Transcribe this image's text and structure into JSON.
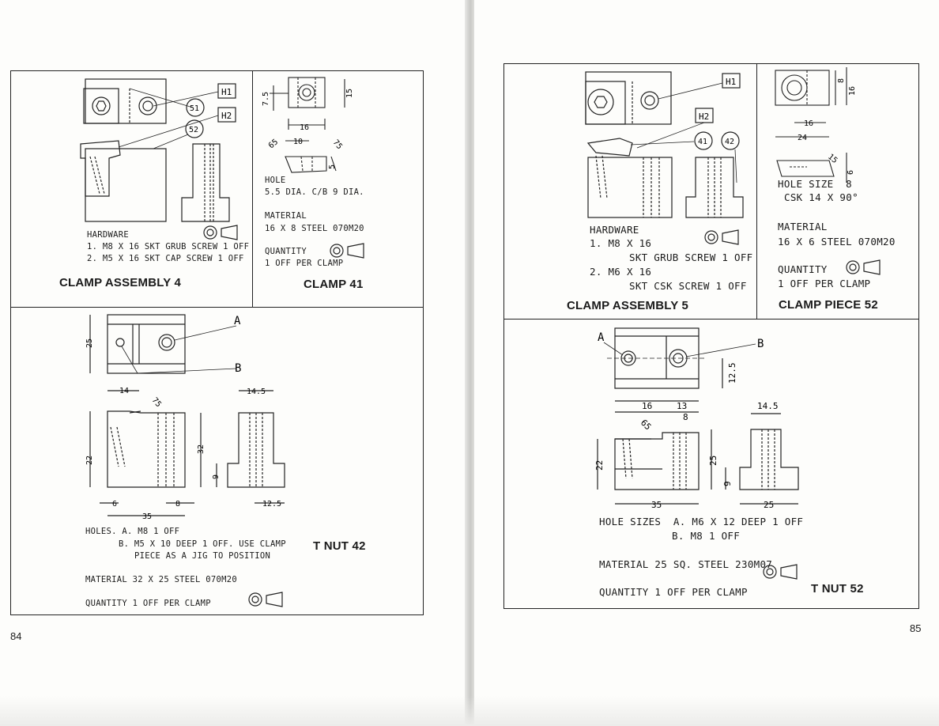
{
  "left_page": {
    "page_number": "84",
    "clamp_assembly_4": {
      "title": "CLAMP ASSEMBLY 4",
      "hardware_heading": "HARDWARE",
      "hardware_items": [
        "1. M8 X 16 SKT GRUB SCREW 1 OFF",
        "2. M5 X 16 SKT CAP SCREW 1 OFF"
      ],
      "callouts": [
        "H1",
        "H2",
        "51",
        "52"
      ]
    },
    "clamp_41": {
      "title": "CLAMP 41",
      "hole_lines": [
        "HOLE",
        "5.5 DIA. C/B 9 DIA."
      ],
      "material_heading": "MATERIAL",
      "material": "16 X 8 STEEL 070M20",
      "quantity_heading": "QUANTITY",
      "quantity": "1 OFF PER CLAMP",
      "dims": [
        "7.5",
        "15",
        "16",
        "10",
        "65",
        "75",
        "5"
      ]
    },
    "t_nut_42": {
      "title": "T NUT 42",
      "holes_lines": [
        "HOLES. A. M8 1 OFF",
        "B. M5 X 10 DEEP 1 OFF. USE CLAMP",
        "PIECE AS A JIG TO POSITION"
      ],
      "material": "MATERIAL 32 X 25 STEEL 070M20",
      "quantity": "QUANTITY 1 OFF PER CLAMP",
      "labels": [
        "A",
        "B"
      ],
      "dims": [
        "25",
        "14",
        "75",
        "14.5",
        "22",
        "32",
        "9",
        "6",
        "8",
        "35",
        "12.5"
      ]
    }
  },
  "right_page": {
    "page_number": "85",
    "clamp_assembly_5": {
      "title": "CLAMP ASSEMBLY 5",
      "hardware_heading": "HARDWARE",
      "hardware_lines": [
        "1. M8 X 16",
        "SKT GRUB SCREW 1 OFF",
        "2. M6 X 16",
        "SKT CSK SCREW 1 OFF"
      ],
      "callouts": [
        "H1",
        "H2",
        "41",
        "42"
      ]
    },
    "clamp_piece_52": {
      "title": "CLAMP PIECE 52",
      "hole_lines": [
        "HOLE SIZE  8",
        "CSK 14 X 90°"
      ],
      "material_heading": "MATERIAL",
      "material": "16 X 6 STEEL 070M20",
      "quantity_heading": "QUANTITY",
      "quantity": "1 OFF PER CLAMP",
      "dims": [
        "8",
        "16",
        "16",
        "24",
        "15",
        "6"
      ]
    },
    "t_nut_52": {
      "title": "T NUT 52",
      "hole_lines": [
        "HOLE SIZES  A. M6 X 12 DEEP 1 OFF",
        "B. M8 1 OFF"
      ],
      "material": "MATERIAL 25 SQ. STEEL 230M07",
      "quantity": "QUANTITY 1 OFF PER CLAMP",
      "labels": [
        "A",
        "B"
      ],
      "dims": [
        "12.5",
        "16",
        "13",
        "8",
        "14.5",
        "65",
        "22",
        "25",
        "9",
        "35",
        "25"
      ]
    }
  }
}
